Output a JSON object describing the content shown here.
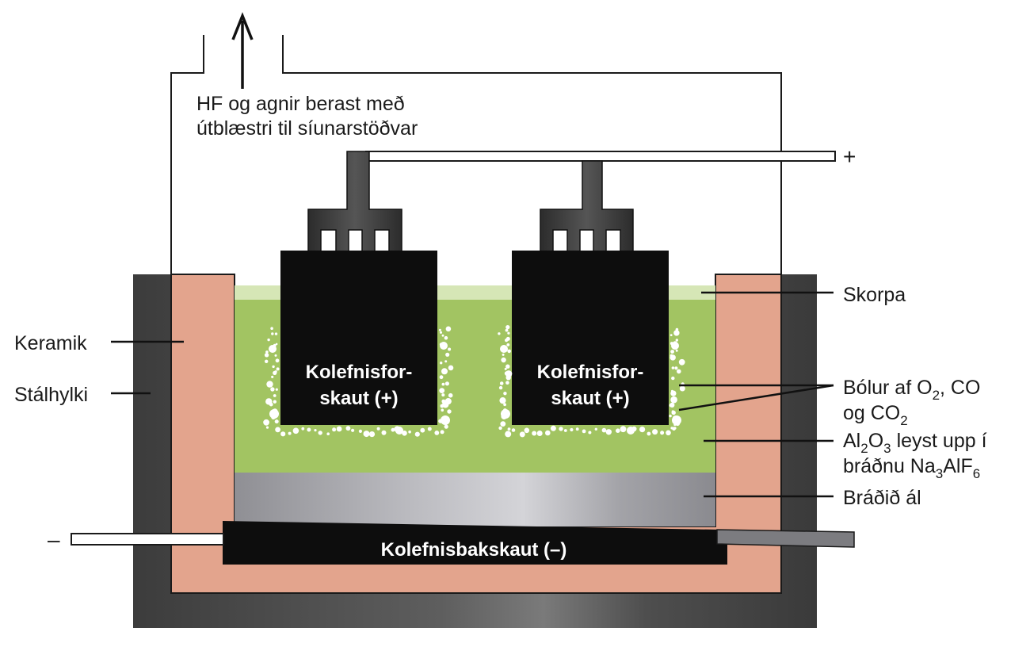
{
  "labels": {
    "exhaust_line1": "HF og agnir berast með",
    "exhaust_line2": "útblæstri til síunarstöðvar",
    "plus": "+",
    "minus": "–",
    "keramik": "Keramik",
    "stalhylki": "Stálhylki",
    "skorpa": "Skorpa",
    "bubbles_line1_a": "Bólur af O",
    "bubbles_line1_sub": "2",
    "bubbles_line1_b": ", CO",
    "bubbles_line2_a": "og CO",
    "bubbles_line2_sub": "2",
    "al2o3_line1_a": "Al",
    "al2o3_line1_sub1": "2",
    "al2o3_line1_b": "O",
    "al2o3_line1_sub2": "3",
    "al2o3_line1_c": " leyst upp í",
    "al2o3_line2_a": "bráðnu Na",
    "al2o3_line2_sub1": "3",
    "al2o3_line2_b": "AlF",
    "al2o3_line2_sub2": "6",
    "molten_al": "Bráðið ál",
    "anode1_line1": "Kolefnisfor-",
    "anode1_line2": "skaut (+)",
    "anode2_line1": "Kolefnisfor-",
    "anode2_line2": "skaut (+)",
    "cathode": "Kolefnisbakskaut (–)"
  },
  "colors": {
    "steel": "#4a4a4a",
    "ceramic": "#e3a48d",
    "electrolyte": "#a2c462",
    "crust": "#d6e6b6",
    "molten_aluminium": "#b4b4b8",
    "carbon": "#0d0d0d",
    "rod": "#3a3a3a"
  }
}
